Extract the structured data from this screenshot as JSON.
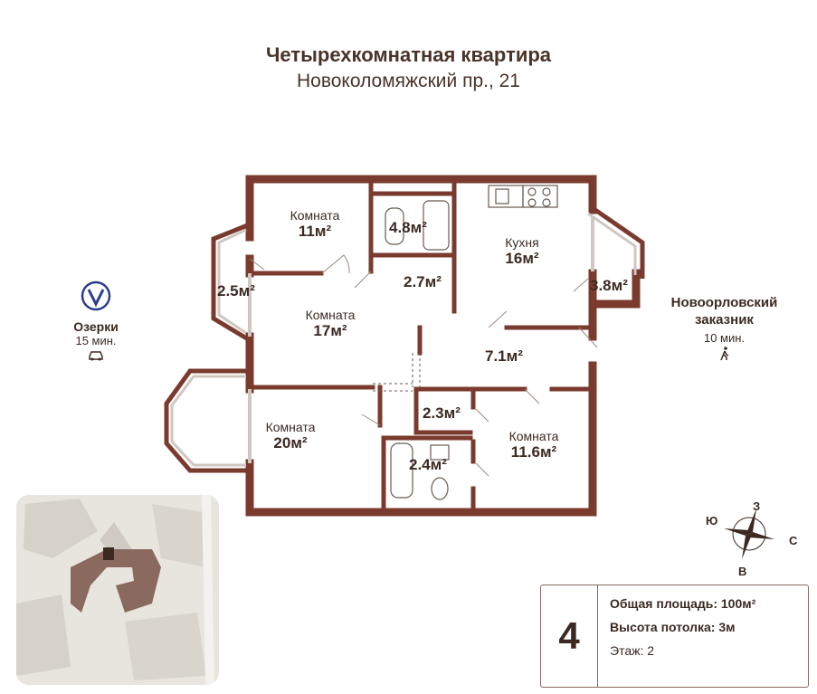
{
  "header": {
    "title": "Четырехкомнатная квартира",
    "subtitle": "Новоколомяжский пр., 21"
  },
  "rooms": {
    "room1": {
      "name": "Комната",
      "area": "11м²"
    },
    "room2": {
      "name": "Комната",
      "area": "17м²"
    },
    "room3": {
      "name": "Комната",
      "area": "20м²"
    },
    "room4": {
      "name": "Комната",
      "area": "11.6м²"
    },
    "kitchen": {
      "name": "Кухня",
      "area": "16м²"
    },
    "bath1": {
      "area": "4.8м²"
    },
    "bath2": {
      "area": "2.4м²"
    },
    "hall_small": {
      "area": "2.7м²"
    },
    "corridor": {
      "area": "7.1м²"
    },
    "closet": {
      "area": "2.3м²"
    },
    "balcony_left": {
      "area": "2.5м²"
    },
    "balcony_right": {
      "area": "3.8м²"
    }
  },
  "metro": {
    "station": "Озерки",
    "time": "15 мин.",
    "transport_icon": "car-icon"
  },
  "park": {
    "name_line1": "Новоорловский",
    "name_line2": "заказник",
    "time": "10 мин.",
    "transport_icon": "walk-icon"
  },
  "compass": {
    "north": "З",
    "east": "С",
    "south": "В",
    "west": "Ю"
  },
  "info": {
    "rooms_count": "4",
    "total_area": "Общая площадь: 100м²",
    "ceiling": "Высота потолка: 3м",
    "floor": "Этаж: 2"
  },
  "colors": {
    "wall": "#7a3b2e",
    "text": "#3c2a22",
    "window": "#cfc7c0"
  }
}
